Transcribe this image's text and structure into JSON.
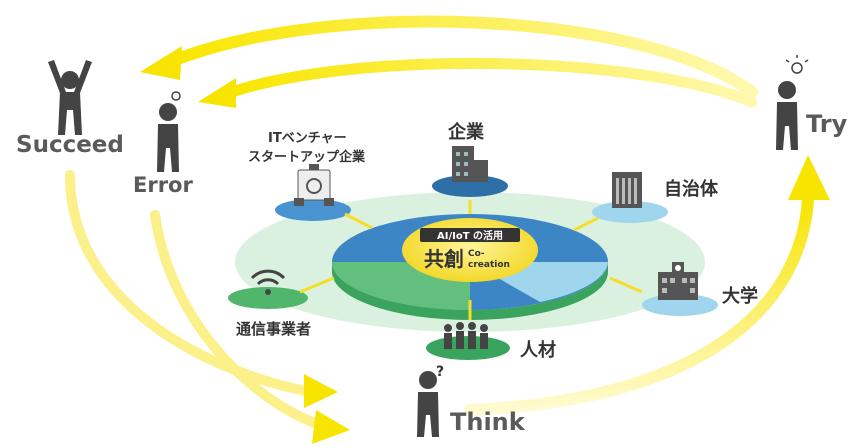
{
  "actors": {
    "succeed": "Succeed",
    "error": "Error",
    "try": "Try",
    "think": "Think",
    "think_mark": "?"
  },
  "hub": {
    "badge": "AI/IoT の活用",
    "main": "共創",
    "sub_line1": "Co-",
    "sub_line2": "creation"
  },
  "partners": {
    "it_line1": "ITベンチャー",
    "it_line2": "スタートアップ企業",
    "company": "企業",
    "municipality": "自治体",
    "university": "大学",
    "talent": "人材",
    "telecom": "通信事業者"
  },
  "colors": {
    "arrow": "#f7e400",
    "ring_blue": "#3d86c6",
    "ring_green": "#4fb66c",
    "ring_lightblue": "#9fd6ee",
    "plate": "#d5ecd9",
    "hub_yellow": "#f6dd2a",
    "figure": "#444444"
  }
}
